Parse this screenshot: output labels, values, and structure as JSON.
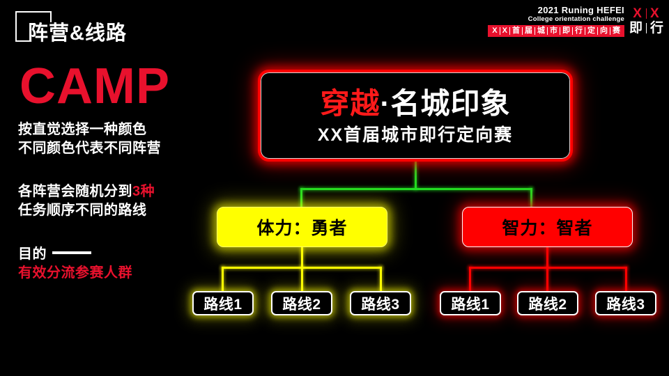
{
  "header": {
    "title": "阵营&线路",
    "bracket": "corner-bracket-decoration"
  },
  "logo": {
    "line_en_1": "2021 Runing HEFEI",
    "line_en_2": "College orientation challenge",
    "red_bar_items": [
      "X",
      "X",
      "首",
      "届",
      "城",
      "市",
      "即",
      "行",
      "定",
      "向",
      "赛"
    ],
    "mark_top_left": "X",
    "mark_top_right": "X",
    "mark_bottom_left": "即",
    "mark_bottom_right": "行",
    "red_color": "#e8112d"
  },
  "left": {
    "camp_title": "CAMP",
    "para1_line1": "按直觉选择一种颜色",
    "para1_line2": "不同颜色代表不同阵营",
    "para2_line1_a": "各阵营会随机分到",
    "para2_line1_b": "3种",
    "para2_line2": "任务顺序不同的路线",
    "para3_line1": "目的",
    "para3_line2": "有效分流参赛人群",
    "highlight_color": "#e8112d"
  },
  "diagram": {
    "main_box": {
      "title_red": "穿越",
      "title_white": "·名城印象",
      "subtitle": "XX首届城市即行定向赛",
      "border_color": "#ff0000"
    },
    "branches": [
      {
        "label": "体力：勇者",
        "fill_color": "#ffff00",
        "text_color": "#000000",
        "routes": [
          "路线1",
          "路线2",
          "路线3"
        ]
      },
      {
        "label": "智力：智者",
        "fill_color": "#ff0000",
        "text_color": "#000000",
        "routes": [
          "路线1",
          "路线2",
          "路线3"
        ]
      }
    ],
    "connector_colors": {
      "top": "#22dd22",
      "left_branch": "#ffff00",
      "right_branch": "#ff0000"
    }
  }
}
